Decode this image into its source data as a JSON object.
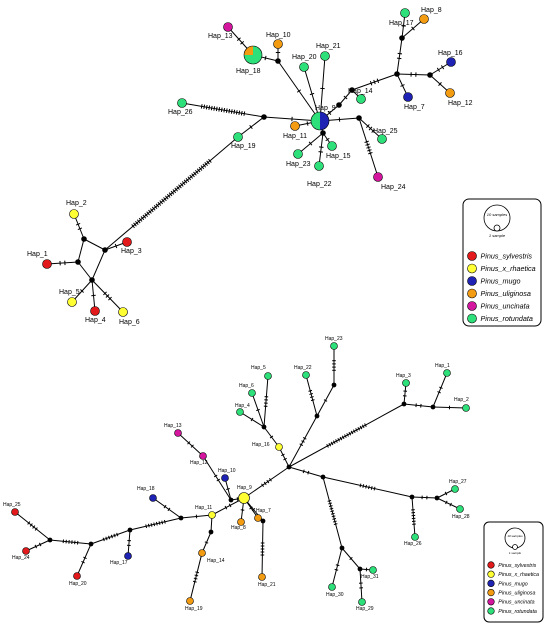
{
  "colors": {
    "Pinus_sylvestris": "#e31a1c",
    "Pinus_x_rhaetica": "#ffff33",
    "Pinus_mugo": "#1f23b4",
    "Pinus_uliginosa": "#f39c12",
    "Pinus_uncinata": "#d4169e",
    "Pinus_rotundata": "#2ee07a",
    "median": "#000000"
  },
  "top_network": {
    "legend": {
      "scale_large": "10 samples",
      "scale_small": "1 sample",
      "items": [
        {
          "label": "Pinus_sylvestris",
          "color": "#e31a1c"
        },
        {
          "label": "Pinus_x_rhaetica",
          "color": "#ffff33"
        },
        {
          "label": "Pinus_mugo",
          "color": "#1f23b4"
        },
        {
          "label": "Pinus_uliginosa",
          "color": "#f39c12"
        },
        {
          "label": "Pinus_uncinata",
          "color": "#d4169e"
        },
        {
          "label": "Pinus_rotundata",
          "color": "#2ee07a"
        }
      ]
    },
    "haplotypes": [
      {
        "name": "Hap_1",
        "label": "Hap_1"
      },
      {
        "name": "Hap_2",
        "label": "Hap_2"
      },
      {
        "name": "Hap_3",
        "label": "Hap_3"
      },
      {
        "name": "Hap_4",
        "label": "Hap_4"
      },
      {
        "name": "Hap_5",
        "label": "Hap_5"
      },
      {
        "name": "Hap_6",
        "label": "Hap_6"
      },
      {
        "name": "Hap_7",
        "label": "Hap_7"
      },
      {
        "name": "Hap_8",
        "label": "Hap_8"
      },
      {
        "name": "Hap_9",
        "label": "Hap_9"
      },
      {
        "name": "Hap_10",
        "label": "Hap_10"
      },
      {
        "name": "Hap_11",
        "label": "Hap_11"
      },
      {
        "name": "Hap_12",
        "label": "Hap_12"
      },
      {
        "name": "Hap_13",
        "label": "Hap_13"
      },
      {
        "name": "Hap_14",
        "label": "Hap_14"
      },
      {
        "name": "Hap_15",
        "label": "Hap_15"
      },
      {
        "name": "Hap_16",
        "label": "Hap_16"
      },
      {
        "name": "Hap_17",
        "label": "Hap_17"
      },
      {
        "name": "Hap_18",
        "label": "Hap_18"
      },
      {
        "name": "Hap_19",
        "label": "Hap_19"
      },
      {
        "name": "Hap_20",
        "label": "Hap_20"
      },
      {
        "name": "Hap_21",
        "label": "Hap_21"
      },
      {
        "name": "Hap_22",
        "label": "Hap_22"
      },
      {
        "name": "Hap_23",
        "label": "Hap_23"
      },
      {
        "name": "Hap_24",
        "label": "Hap_24"
      },
      {
        "name": "Hap_25",
        "label": "Hap_25"
      },
      {
        "name": "Hap_26",
        "label": "Hap_26"
      }
    ]
  },
  "bottom_network": {
    "legend": {
      "scale_large": "10 samples",
      "scale_small": "1 sample",
      "items": [
        {
          "label": "Pinus_sylvestris",
          "color": "#e31a1c"
        },
        {
          "label": "Pinus_x_rhaetica",
          "color": "#ffff33"
        },
        {
          "label": "Pinus_mugo",
          "color": "#1f23b4"
        },
        {
          "label": "Pinus_uliginosa",
          "color": "#f39c12"
        },
        {
          "label": "Pinus_uncinata",
          "color": "#d4169e"
        },
        {
          "label": "Pinus_rotundata",
          "color": "#2ee07a"
        }
      ]
    },
    "haplotypes": [
      {
        "name": "Hap_1",
        "label": "Hap_1"
      },
      {
        "name": "Hap_2",
        "label": "Hap_2"
      },
      {
        "name": "Hap_3",
        "label": "Hap_3"
      },
      {
        "name": "Hap_4",
        "label": "Hap_4"
      },
      {
        "name": "Hap_5",
        "label": "Hap_5"
      },
      {
        "name": "Hap_6",
        "label": "Hap_6"
      },
      {
        "name": "Hap_7",
        "label": "Hap_7"
      },
      {
        "name": "Hap_8",
        "label": "Hap_8"
      },
      {
        "name": "Hap_9",
        "label": "Hap_9"
      },
      {
        "name": "Hap_10",
        "label": "Hap_10"
      },
      {
        "name": "Hap_11",
        "label": "Hap_11"
      },
      {
        "name": "Hap_12",
        "label": "Hap_12"
      },
      {
        "name": "Hap_13",
        "label": "Hap_13"
      },
      {
        "name": "Hap_14",
        "label": "Hap_14"
      },
      {
        "name": "Hap_16",
        "label": "Hap_16"
      },
      {
        "name": "Hap_17",
        "label": "Hap_17"
      },
      {
        "name": "Hap_18",
        "label": "Hap_18"
      },
      {
        "name": "Hap_19",
        "label": "Hap_19"
      },
      {
        "name": "Hap_20",
        "label": "Hap_20"
      },
      {
        "name": "Hap_21",
        "label": "Hap_21"
      },
      {
        "name": "Hap_22",
        "label": "Hap_22"
      },
      {
        "name": "Hap_23",
        "label": "Hap_23"
      },
      {
        "name": "Hap_24",
        "label": "Hap_24"
      },
      {
        "name": "Hap_25",
        "label": "Hap_25"
      },
      {
        "name": "Hap_26",
        "label": "Hap_26"
      },
      {
        "name": "Hap_27",
        "label": "Hap_27"
      },
      {
        "name": "Hap_28",
        "label": "Hap_28"
      },
      {
        "name": "Hap_29",
        "label": "Hap_29"
      },
      {
        "name": "Hap_30",
        "label": "Hap_30"
      },
      {
        "name": "Hap_31",
        "label": "Hap_31"
      }
    ]
  }
}
